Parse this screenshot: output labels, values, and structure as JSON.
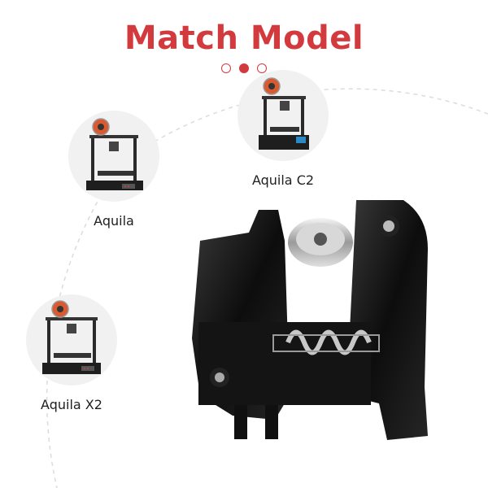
{
  "header": {
    "title": "Match Model",
    "title_color": "#d33a3e",
    "carousel": {
      "count": 3,
      "active_index": 1
    }
  },
  "models": [
    {
      "id": "aquila",
      "label": "Aquila",
      "icon": "aquila-printer-icon"
    },
    {
      "id": "aquila-c2",
      "label": "Aquila C2",
      "icon": "aquila-c2-printer-icon"
    },
    {
      "id": "aquila-x2",
      "label": "Aquila X2",
      "icon": "aquila-x2-printer-icon"
    }
  ],
  "product": {
    "icon": "extruder-image"
  },
  "colors": {
    "accent": "#d33a3e",
    "circle_bg": "#f1f1f1",
    "orbit": "#dcdcdc"
  }
}
